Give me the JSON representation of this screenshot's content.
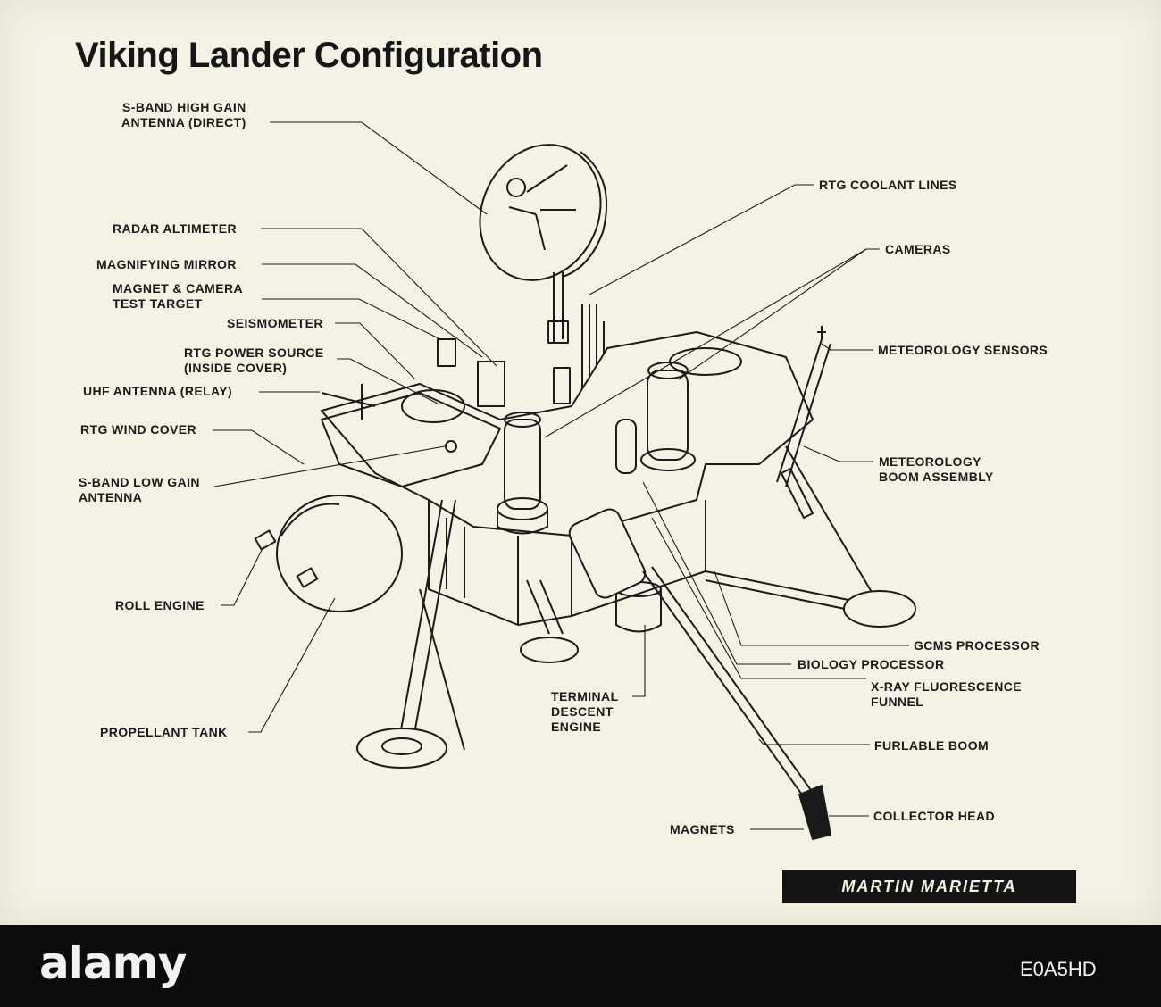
{
  "title": "Viking Lander Configuration",
  "labels": {
    "s_band_high_gain": "S-BAND HIGH GAIN\nANTENNA (DIRECT)",
    "radar_altimeter": "RADAR ALTIMETER",
    "magnifying_mirror": "MAGNIFYING MIRROR",
    "magnet_camera_target": "MAGNET & CAMERA\nTEST TARGET",
    "seismometer": "SEISMOMETER",
    "rtg_power_source": "RTG POWER SOURCE\n(INSIDE COVER)",
    "uhf_antenna": "UHF ANTENNA (RELAY)",
    "rtg_wind_cover": "RTG WIND COVER",
    "s_band_low_gain": "S-BAND LOW GAIN\nANTENNA",
    "roll_engine": "ROLL ENGINE",
    "propellant_tank": "PROPELLANT TANK",
    "terminal_descent_engine": "TERMINAL\nDESCENT\nENGINE",
    "magnets": "MAGNETS",
    "rtg_coolant_lines": "RTG COOLANT LINES",
    "cameras": "CAMERAS",
    "meteorology_sensors": "METEOROLOGY SENSORS",
    "meteorology_boom": "METEOROLOGY\nBOOM ASSEMBLY",
    "gcms_processor": "GCMS PROCESSOR",
    "biology_processor": "BIOLOGY PROCESSOR",
    "xray_funnel": "X-RAY FLUORESCENCE\nFUNNEL",
    "furlable_boom": "FURLABLE BOOM",
    "collector_head": "COLLECTOR HEAD"
  },
  "brand": "MARTIN MARIETTA",
  "watermark": {
    "logo": "alamy",
    "image_id": "E0A5HD"
  },
  "colors": {
    "paper": "#f4f2e4",
    "ink": "#1a1a1a",
    "frame": "#0c0c0c"
  }
}
